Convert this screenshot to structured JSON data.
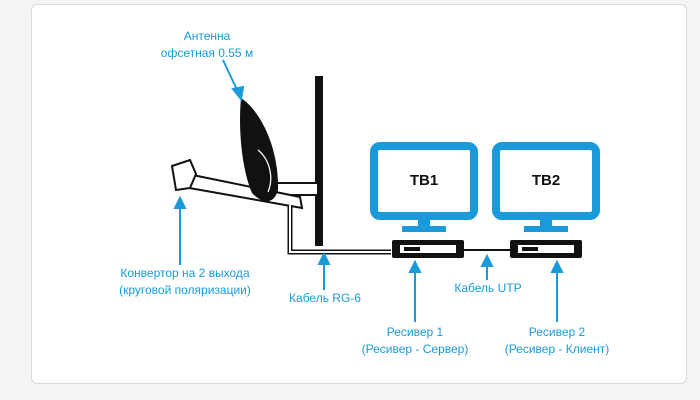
{
  "diagram": {
    "colors": {
      "accent": "#1a9ad8",
      "ink": "#111111",
      "background": "#ffffff"
    },
    "antenna_label": [
      "Антенна",
      "офсетная 0.55 м"
    ],
    "converter_label": [
      "Конвертор на 2 выхода",
      "(круговой поляризации)"
    ],
    "cable_rg6_label": "Кабель RG-6",
    "cable_utp_label": "Кабель UTP",
    "receiver1_label": [
      "Ресивер 1",
      "(Ресивер - Сервер)"
    ],
    "receiver2_label": [
      "Ресивер 2",
      "(Ресивер - Клиент)"
    ],
    "tv1_label": "ТВ1",
    "tv2_label": "ТВ2"
  }
}
